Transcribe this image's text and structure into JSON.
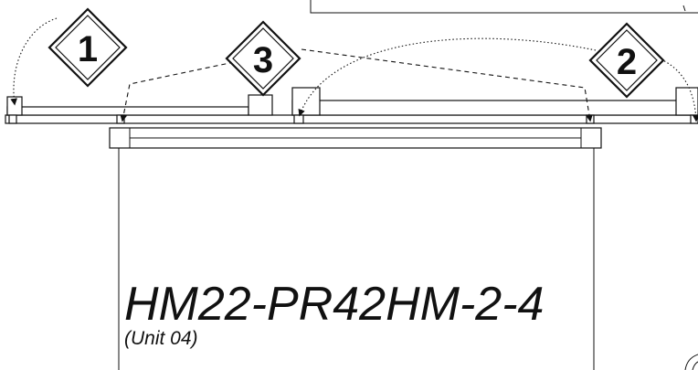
{
  "steps": [
    {
      "number": "1"
    },
    {
      "number": "2"
    },
    {
      "number": "3"
    }
  ],
  "unit": {
    "model": "HM22-PR42HM-2-4",
    "sublabel": "(Unit 04)"
  },
  "colors": {
    "line": "#111111",
    "background": "#ffffff"
  }
}
